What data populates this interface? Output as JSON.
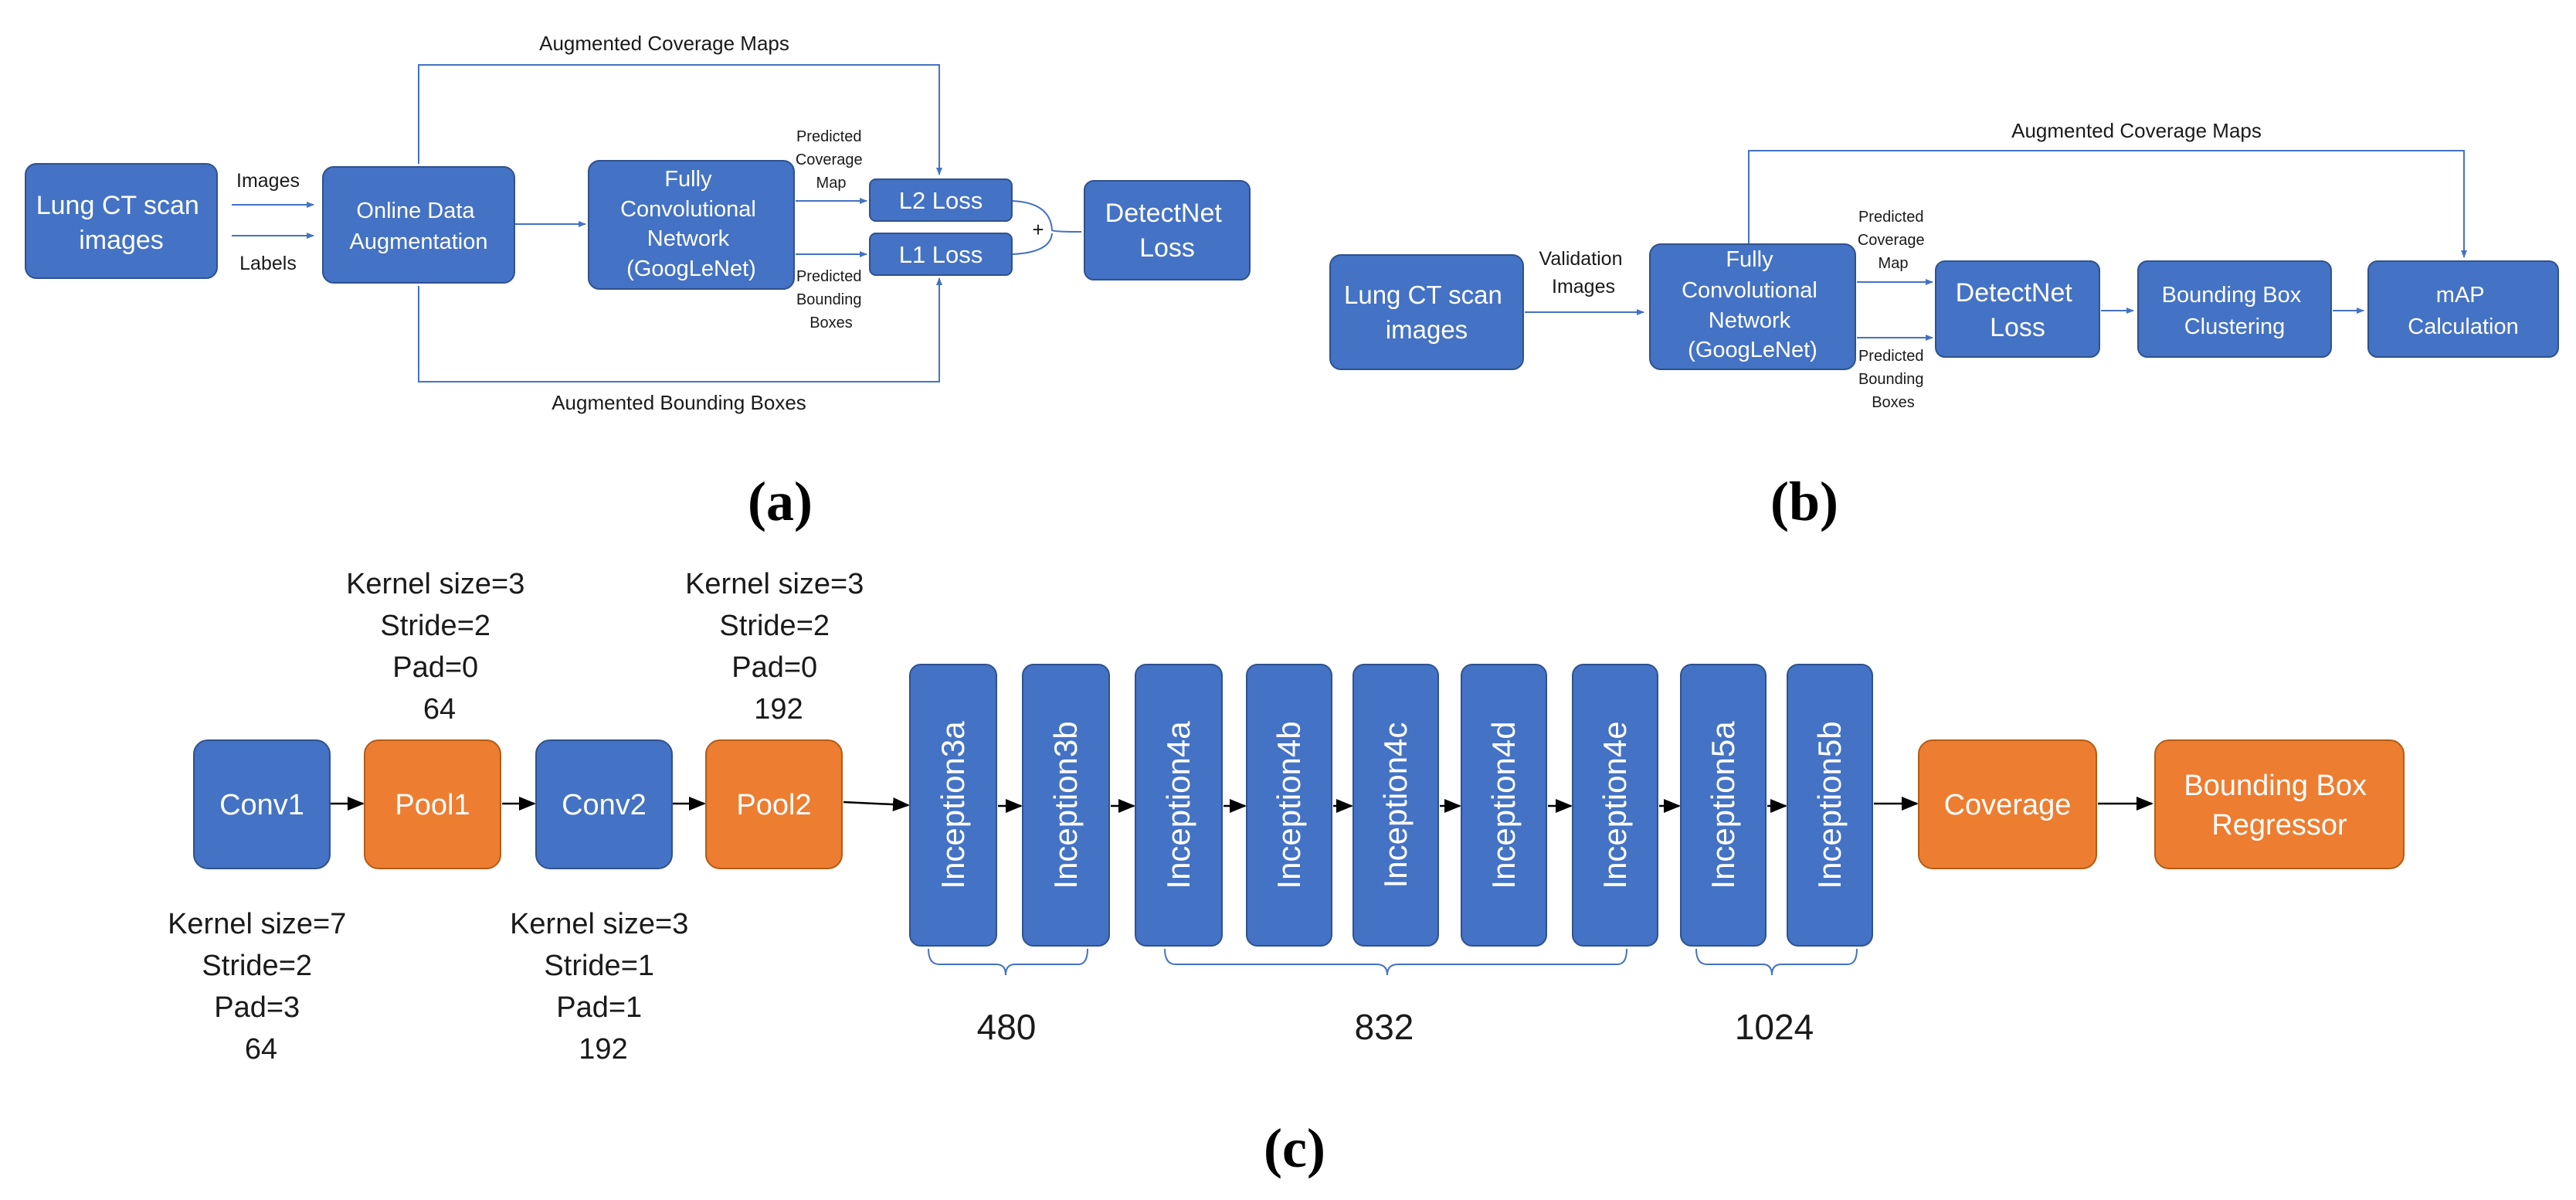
{
  "colors": {
    "blue_box": "#4472c4",
    "orange_box": "#ed7d31",
    "connector": "#4472c4",
    "arrow_dark": "#000000"
  },
  "panel_a": {
    "caption": "(a)",
    "input": [
      "Lung CT scan",
      "images"
    ],
    "images_label": "Images",
    "labels_label": "Labels",
    "augmentation": [
      "Online Data",
      "Augmentation"
    ],
    "network": [
      "Fully",
      "Convolutional",
      "Network",
      "(GoogLeNet)"
    ],
    "predicted_coverage": [
      "Predicted",
      "Coverage",
      "Map"
    ],
    "predicted_boxes": [
      "Predicted",
      "Bounding",
      "Boxes"
    ],
    "l2_loss": "L2 Loss",
    "l1_loss": "L1 Loss",
    "plus": "+",
    "detectnet_loss": [
      "DetectNet",
      "Loss"
    ],
    "augmented_coverage": "Augmented Coverage Maps",
    "augmented_boxes": "Augmented Bounding Boxes"
  },
  "panel_b": {
    "caption": "(b)",
    "input": [
      "Lung CT scan",
      "images"
    ],
    "validation": [
      "Validation",
      "Images"
    ],
    "network": [
      "Fully",
      "Convolutional",
      "Network",
      "(GoogLeNet)"
    ],
    "predicted_coverage": [
      "Predicted",
      "Coverage",
      "Map"
    ],
    "predicted_boxes": [
      "Predicted",
      "Bounding",
      "Boxes"
    ],
    "detectnet_loss": [
      "DetectNet",
      "Loss"
    ],
    "clustering": [
      "Bounding Box",
      "Clustering"
    ],
    "map_calc": [
      "mAP",
      "Calculation"
    ],
    "augmented_coverage": "Augmented Coverage Maps"
  },
  "panel_c": {
    "caption": "(c)",
    "conv1": "Conv1",
    "pool1": "Pool1",
    "conv2": "Conv2",
    "pool2": "Pool2",
    "pool1_params": [
      "Kernel size=3",
      "Stride=2",
      "Pad=0",
      "64"
    ],
    "pool2_params": [
      "Kernel size=3",
      "Stride=2",
      "Pad=0",
      "192"
    ],
    "conv1_params": [
      "Kernel size=7",
      "Stride=2",
      "Pad=3",
      "64"
    ],
    "conv2_params": [
      "Kernel size=3",
      "Stride=1",
      "Pad=1",
      "192"
    ],
    "inceptions": [
      "Inception3a",
      "Inception3b",
      "Inception4a",
      "Inception4b",
      "Inception4c",
      "Inception4d",
      "Inception4e",
      "Inception5a",
      "Inception5b"
    ],
    "group_480": "480",
    "group_832": "832",
    "group_1024": "1024",
    "coverage": "Coverage",
    "bbox_regressor": [
      "Bounding Box",
      "Regressor"
    ]
  }
}
